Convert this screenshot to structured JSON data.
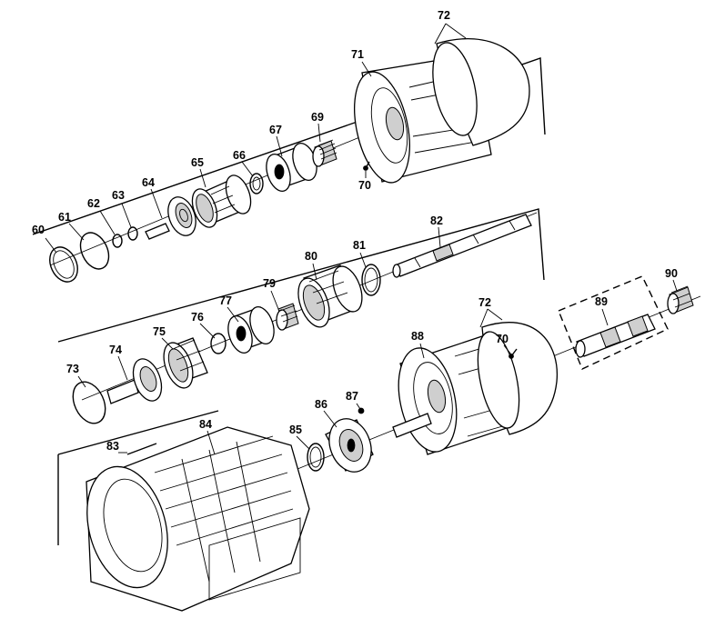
{
  "labels": {
    "l60": "60",
    "l61": "61",
    "l62": "62",
    "l63": "63",
    "l64": "64",
    "l65": "65",
    "l66": "66",
    "l67": "67",
    "l69": "69",
    "l70a": "70",
    "l71": "71",
    "l72a": "72",
    "l73": "73",
    "l74": "74",
    "l75": "75",
    "l76": "76",
    "l77": "77",
    "l79": "79",
    "l80": "80",
    "l81": "81",
    "l82": "82",
    "l83": "83",
    "l84": "84",
    "l85": "85",
    "l86": "86",
    "l87": "87",
    "l88": "88",
    "l89": "89",
    "l90": "90",
    "l70b": "70",
    "l72b": "72"
  }
}
